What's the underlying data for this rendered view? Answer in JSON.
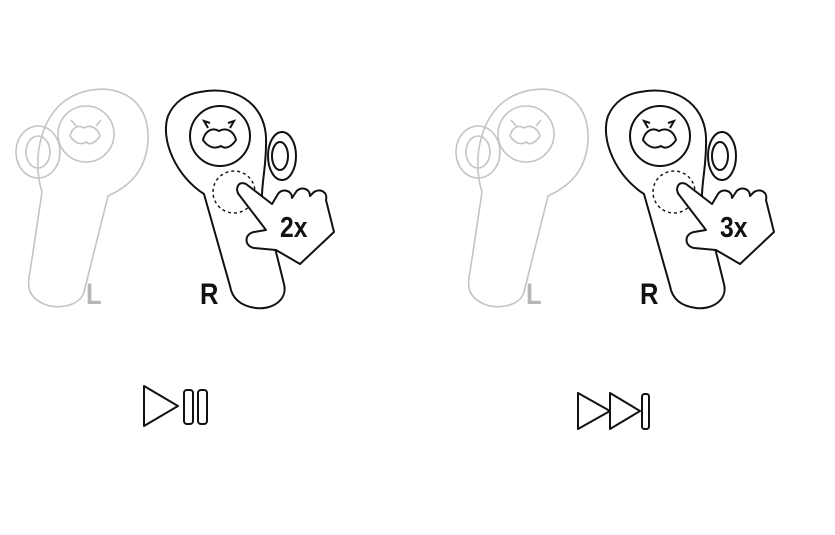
{
  "panels": [
    {
      "left_label": "L",
      "right_label": "R",
      "taps": "2x",
      "action_icon": "play-pause-icon"
    },
    {
      "left_label": "L",
      "right_label": "R",
      "taps": "3x",
      "action_icon": "next-track-icon"
    }
  ],
  "colors": {
    "faded": "#b7b7b7",
    "ink": "#111111"
  }
}
